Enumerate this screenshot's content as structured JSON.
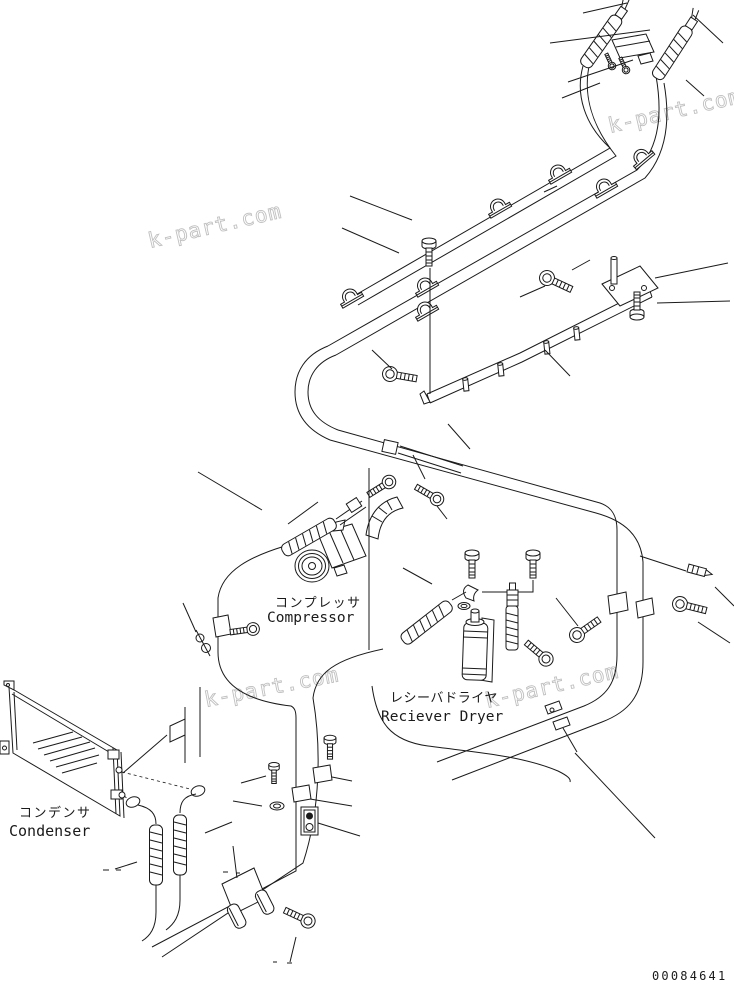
{
  "watermark": {
    "text": "k-part.com"
  },
  "labels": {
    "compressor_jp": "コンプレッサ",
    "compressor_en": "Compressor",
    "receiver_dryer_jp": "レシーバドライヤ",
    "receiver_dryer_en": "Reciever Dryer",
    "condenser_jp": "コンデンサ",
    "condenser_en": "Condenser"
  },
  "footer": {
    "drawing_number": "00084641"
  },
  "colors": {
    "line": "#1a1a1a",
    "watermark": "#c0c0c0",
    "background": "#ffffff"
  }
}
